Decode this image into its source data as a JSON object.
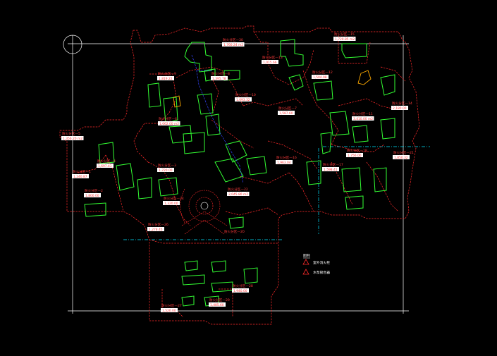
{
  "colors": {
    "background": "#000000",
    "zone": "#ff2a2a",
    "building": "#33ff33",
    "grid": "#ffffff",
    "axis": "#00e5ff",
    "route": "#3344ff",
    "highlight": "#ffaa00"
  },
  "legend": {
    "title": "图例",
    "items": [
      {
        "icon": "triangle-icon",
        "label": "室外消火栓"
      },
      {
        "icon": "triangle-icon",
        "label": "水泵接合器"
      }
    ]
  },
  "zones": [
    {
      "name": "防火分区—15",
      "value": "1,720.85 m2"
    },
    {
      "name": "防火分区—13",
      "value": "1,015.66"
    },
    {
      "name": "防火分区—12",
      "value": "1,504.98"
    },
    {
      "name": "防火分区—9",
      "value": "1,819.22"
    },
    {
      "name": "防火分区—8",
      "value": "1,395.78"
    },
    {
      "name": "防火分区—10",
      "value": "1,093.32"
    },
    {
      "name": "防火分区—7",
      "value": "1,587.60"
    },
    {
      "name": "防火分区—11",
      "value": "3,410.00 m2"
    },
    {
      "name": "防火分区—14",
      "value": "2,180.00"
    },
    {
      "name": "防火分区—6",
      "value": "1,062.00 m2"
    },
    {
      "name": "防火分区—5",
      "value": "1,356.20 m2"
    },
    {
      "name": "防火分区—4",
      "value": "1,697.43"
    },
    {
      "name": "防火分区—3",
      "value": "1,720.00"
    },
    {
      "name": "防火分区—2",
      "value": "1,800.00"
    },
    {
      "name": "防火分区—1",
      "value": "1,240.87"
    },
    {
      "name": "防火分区—16",
      "value": "1,963.04"
    },
    {
      "name": "防火分区—17",
      "value": "1,598.41"
    },
    {
      "name": "防火分区—18",
      "value": "1,756.00"
    },
    {
      "name": "防火分区—21",
      "value": "1,850.32"
    },
    {
      "name": "防火分区—22",
      "value": "2,045.80 m2"
    },
    {
      "name": "防火分区—24",
      "value": "1,320.00"
    },
    {
      "name": "防火分区—26",
      "value": "1,278.45"
    },
    {
      "name": "防火分区—20",
      "value": ""
    },
    {
      "name": "防火分区—28",
      "value": "1,940.00"
    },
    {
      "name": "防火分区—27",
      "value": "1,520.00"
    },
    {
      "name": "防火分区—29",
      "value": "1,485.60"
    },
    {
      "name": "防火分区—30",
      "value": "1,760.24 m2"
    }
  ]
}
